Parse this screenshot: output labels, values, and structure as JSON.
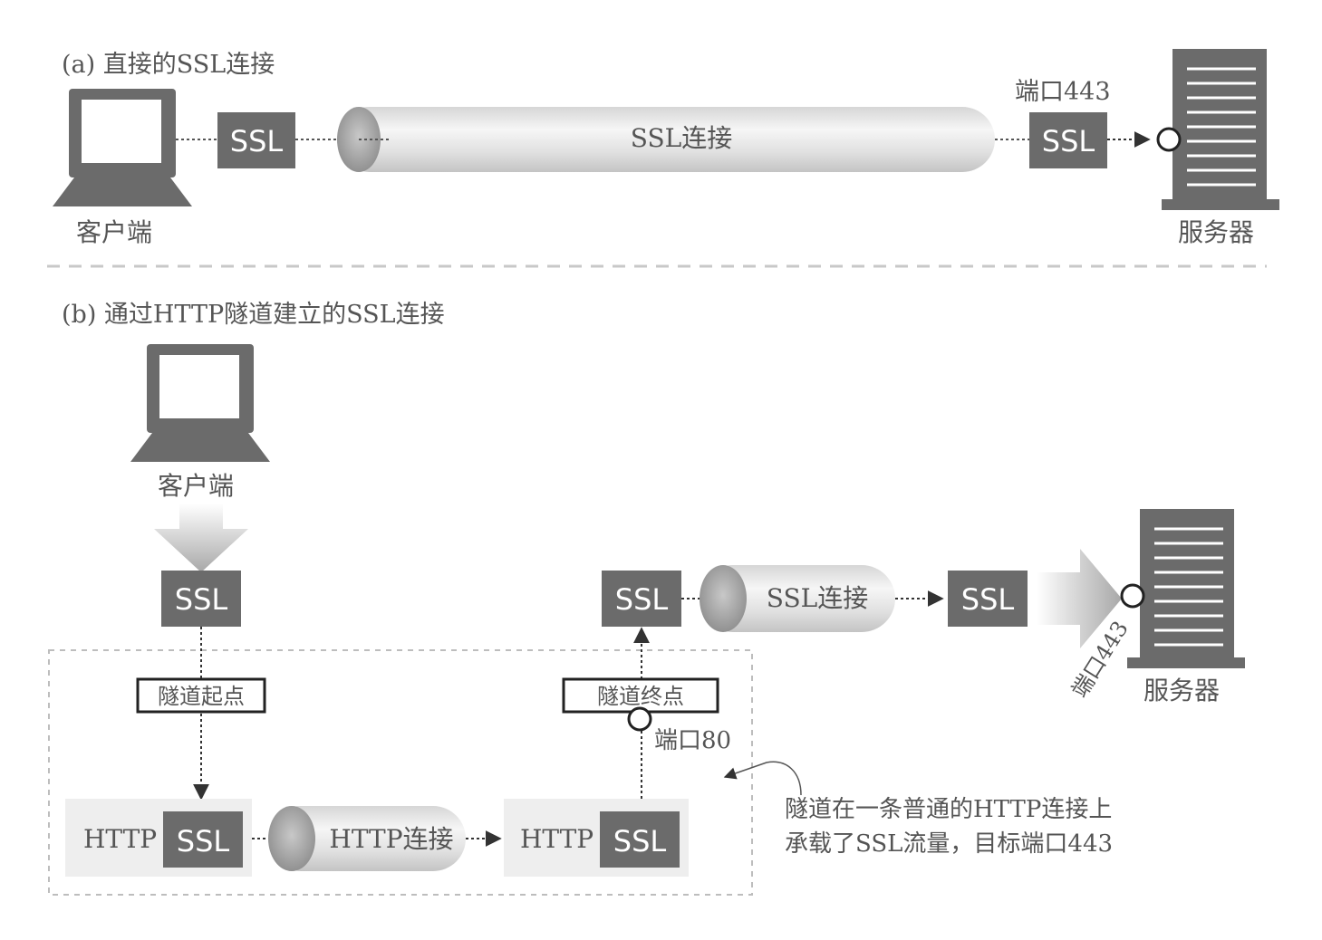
{
  "section_a": {
    "title": "(a) 直接的SSL连接",
    "client_label": "客户端",
    "ssl_left": "SSL",
    "pipe_label": "SSL连接",
    "port_label": "端口443",
    "ssl_right": "SSL",
    "server_label": "服务器"
  },
  "section_b": {
    "title": "(b) 通过HTTP隧道建立的SSL连接",
    "client_label": "客户端",
    "ssl_client": "SSL",
    "tunnel_start": "隧道起点",
    "http_left": "HTTP",
    "ssl_left": "SSL",
    "http_pipe_label": "HTTP连接",
    "http_right": "HTTP",
    "ssl_right": "SSL",
    "tunnel_end": "隧道终点",
    "port80_label": "端口80",
    "ssl_top": "SSL",
    "ssl_pipe_label": "SSL连接",
    "ssl_server": "SSL",
    "port443_label": "端口443",
    "server_label": "服务器",
    "note_line1": "隧道在一条普通的HTTP连接上",
    "note_line2": "承载了SSL流量，目标端口443"
  },
  "colors": {
    "box_fill": "#6b6b6b",
    "box_text": "#ffffff",
    "label": "#555555",
    "http_panel": "#eeeeee",
    "divider": "#c8c8c8"
  }
}
